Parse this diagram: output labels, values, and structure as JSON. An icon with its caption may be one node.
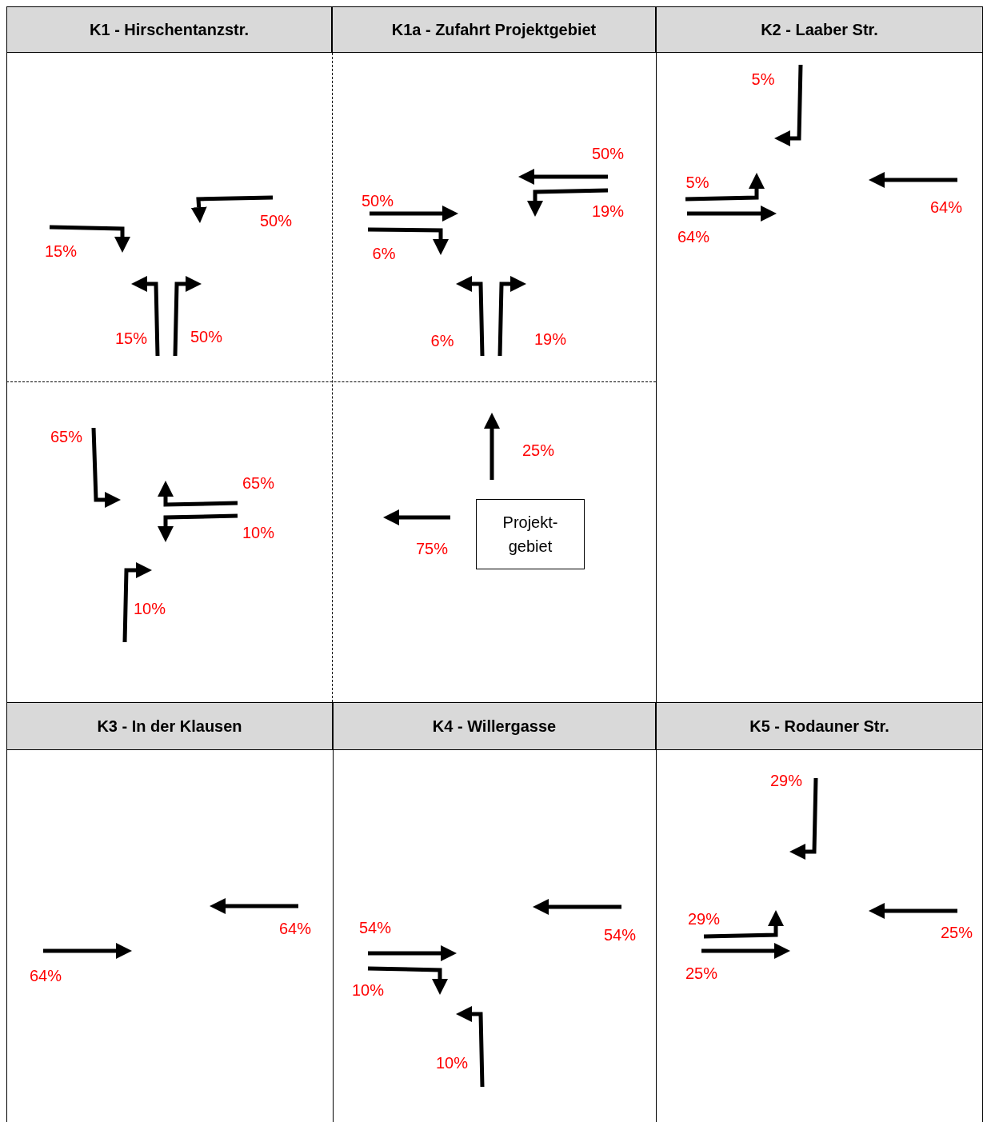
{
  "diagram": {
    "nodes": [
      {
        "text": [
          "K1 - Hirschentanzstr."
        ]
      },
      {
        "text": [
          "K1a - Zufahrt Projektgebiet"
        ]
      },
      {
        "text": [
          "K2 - Laaber Str."
        ]
      },
      {
        "text": [
          "K3 - In der Klausen"
        ]
      },
      {
        "text": [
          "K4 - Willergasse"
        ]
      },
      {
        "text": [
          "K5 - Rodauner Str."
        ]
      },
      {
        "text": [
          "Projekt- gebiet"
        ]
      }
    ],
    "labels": [
      "50%",
      "15%",
      "15%",
      "50%",
      "65%",
      "65%",
      "10%",
      "10%",
      "50%",
      "6%",
      "50%",
      "19%",
      "6%",
      "19%",
      "25%",
      "75%",
      "5%",
      "64%",
      "5%",
      "64%",
      "64%",
      "64%",
      "54%",
      "54%",
      "10%",
      "10%",
      "29%",
      "25%",
      "29%",
      "25%"
    ]
  }
}
